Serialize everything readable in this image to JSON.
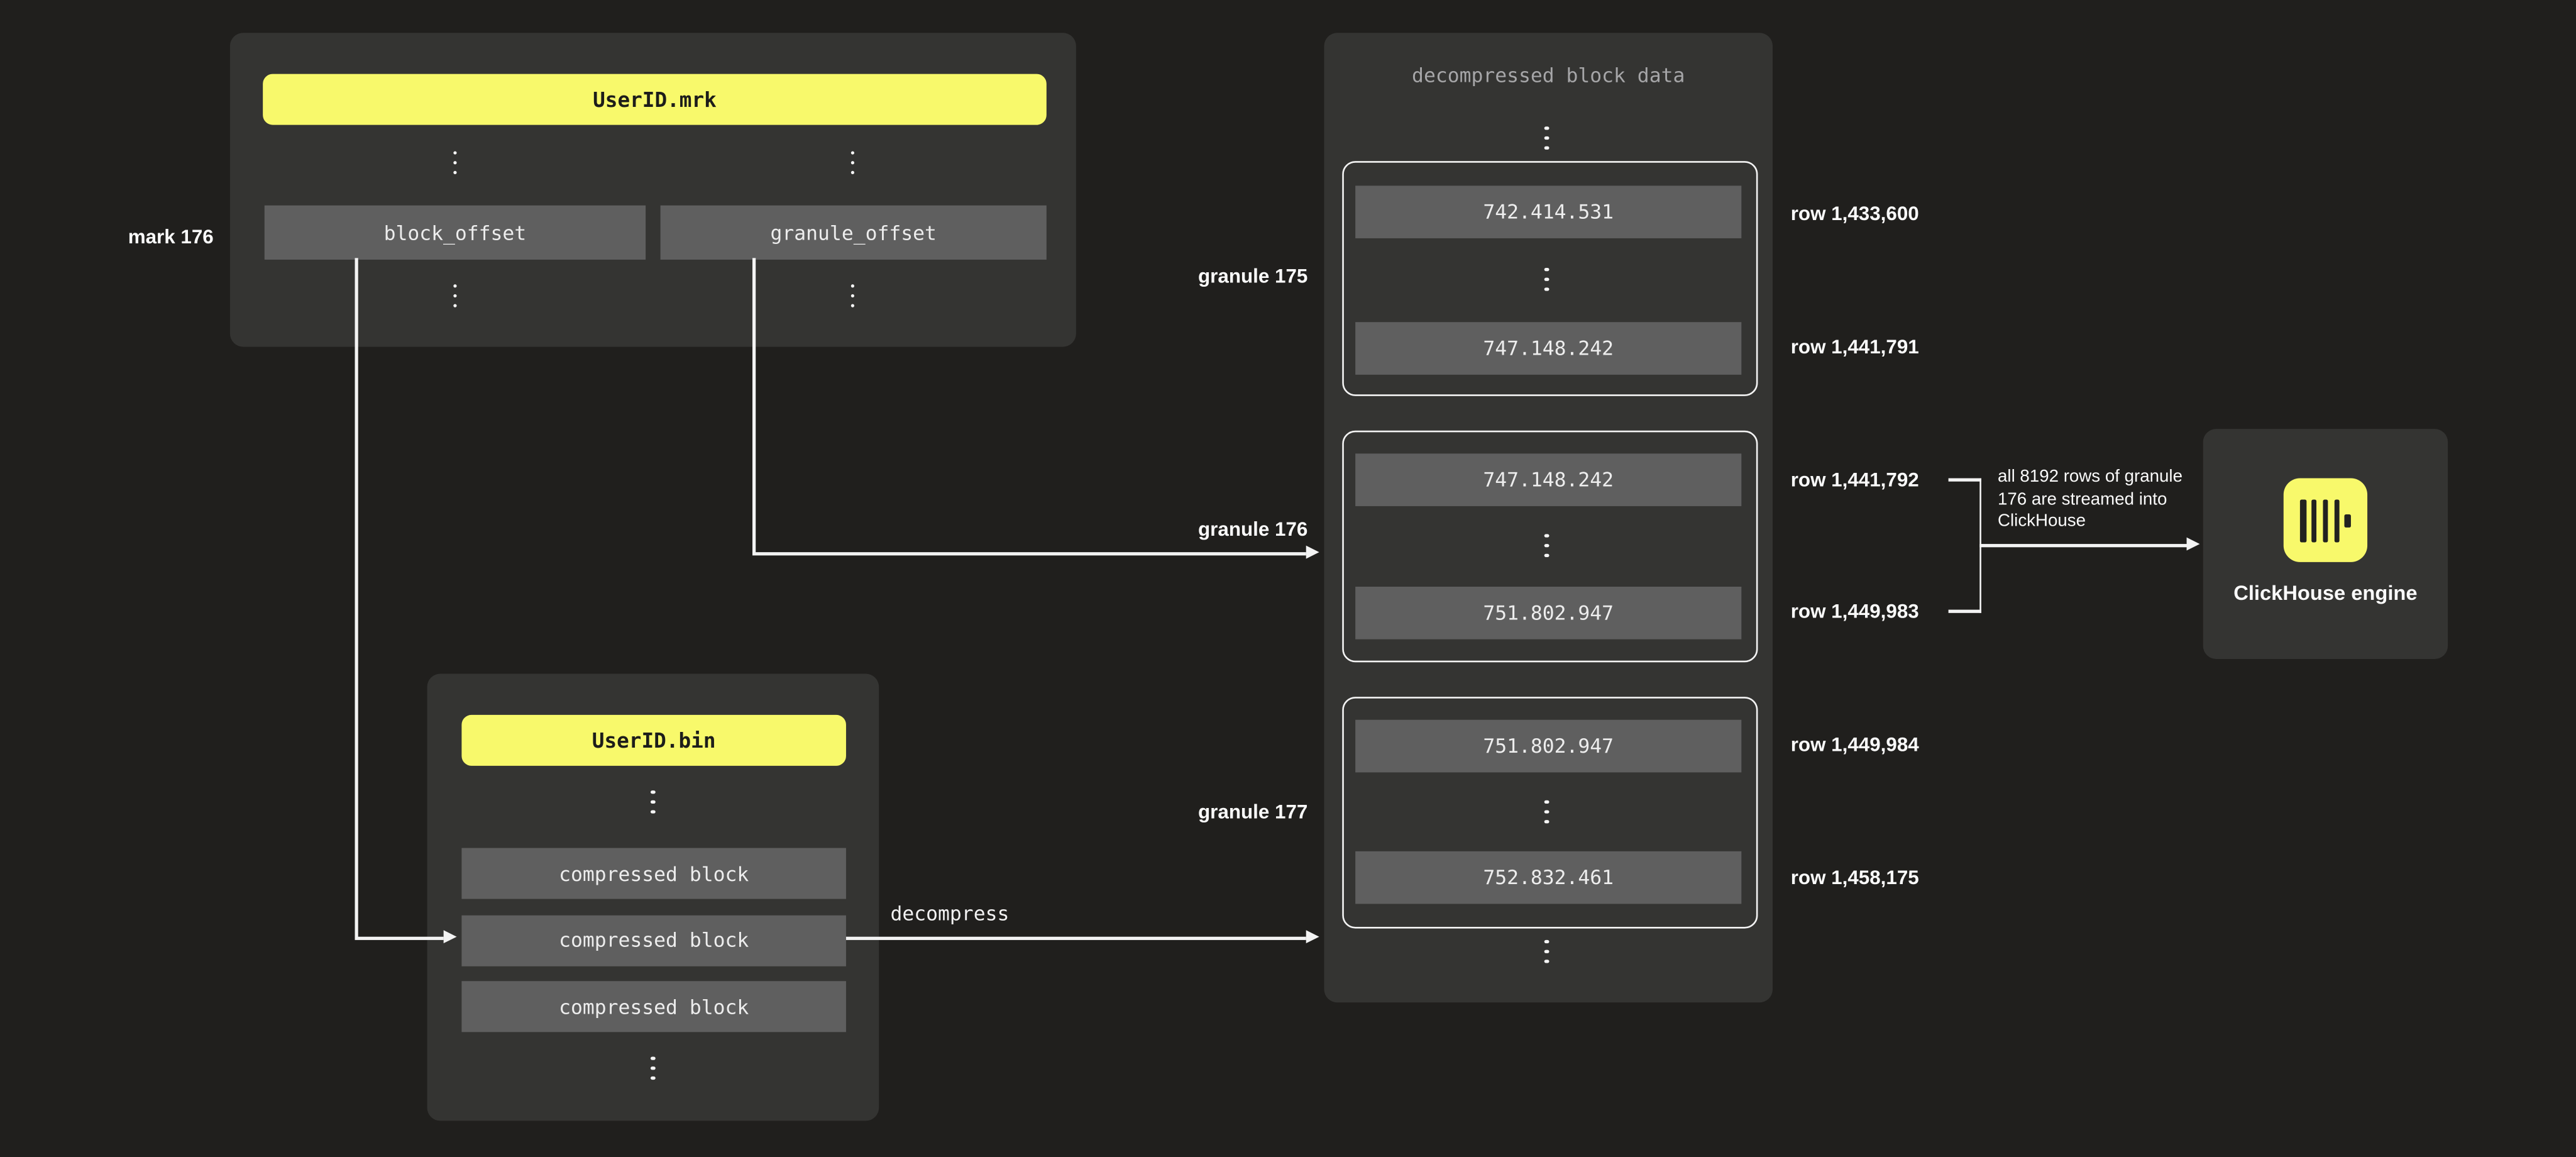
{
  "colors": {
    "background": "#201f1d",
    "panel": "#343432",
    "box_gray": "#5f5f5f",
    "accent_yellow": "#F8F96B",
    "line_white": "#f3f3f3",
    "muted_title": "#a6a6a8",
    "dark_text": "#1d1d1a",
    "light_text": "#ededed"
  },
  "icons": {
    "vertical_ellipsis": "vertical-ellipsis-icon",
    "clickhouse_logo": "clickhouse-logo-icon"
  },
  "mrk_file": {
    "title": "UserID.mrk",
    "mark_label": "mark 176",
    "fields": {
      "block_offset": "block_offset",
      "granule_offset": "granule_offset"
    }
  },
  "bin_file": {
    "title": "UserID.bin",
    "blocks": [
      "compressed block",
      "compressed block",
      "compressed block"
    ],
    "decompress_label": "decompress"
  },
  "decompressed_panel": {
    "title": "decompressed block data",
    "granules": [
      {
        "label": "granule 175",
        "first_value": "742.414.531",
        "last_value": "747.148.242",
        "first_row": "row 1,433,600",
        "last_row": "row 1,441,791"
      },
      {
        "label": "granule 176",
        "first_value": "747.148.242",
        "last_value": "751.802.947",
        "first_row": "row 1,441,792",
        "last_row": "row 1,449,983"
      },
      {
        "label": "granule 177",
        "first_value": "751.802.947",
        "last_value": "752.832.461",
        "first_row": "row 1,449,984",
        "last_row": "row 1,458,175"
      }
    ]
  },
  "annotation": {
    "lines": [
      "all 8192 rows of granule",
      "176 are streamed into",
      "ClickHouse"
    ]
  },
  "engine": {
    "label": "ClickHouse engine"
  }
}
